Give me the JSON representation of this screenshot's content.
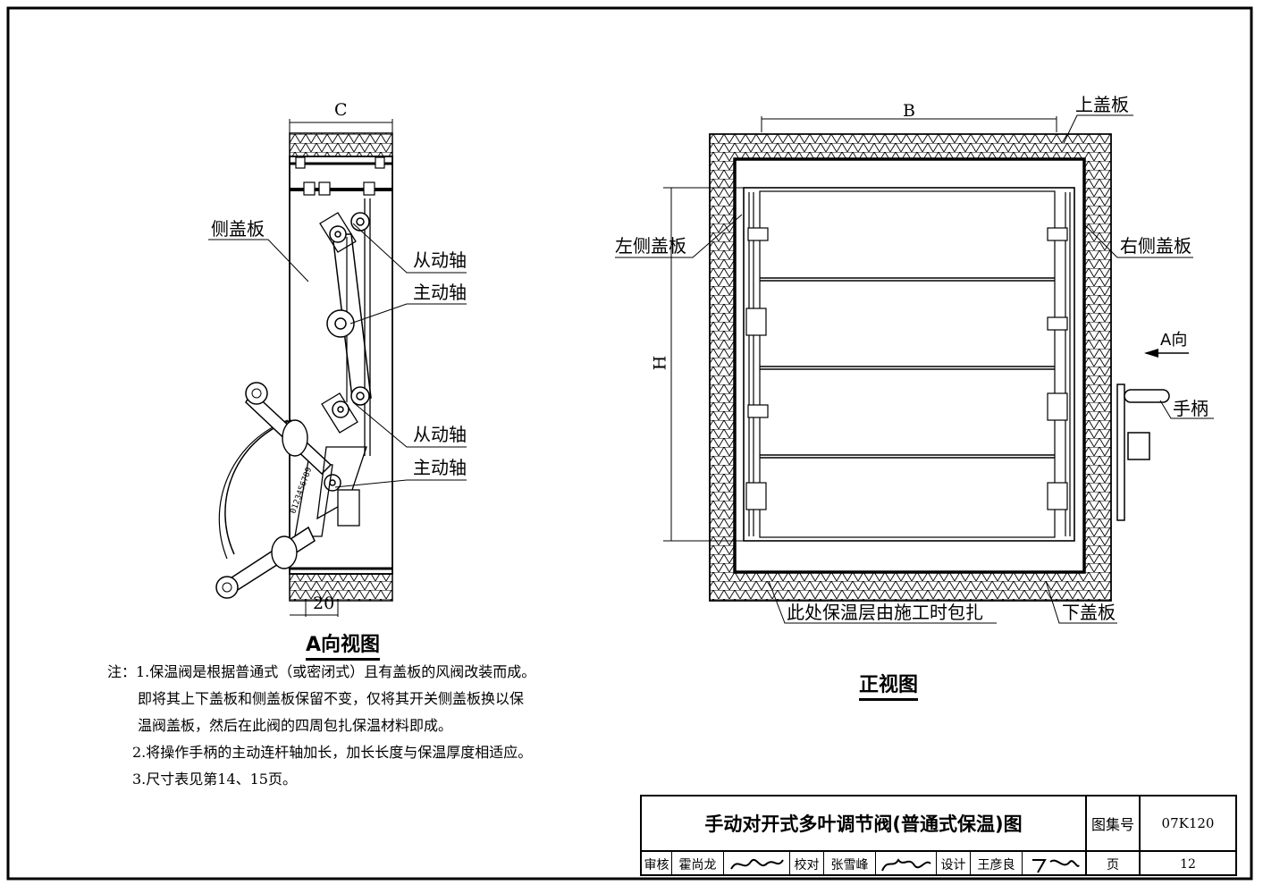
{
  "side_view": {
    "title": "A向视图",
    "dim_c": "C",
    "dim_20": "20",
    "labels": {
      "side_cover": "侧盖板",
      "driven_shaft_1": "从动轴",
      "drive_shaft_1": "主动轴",
      "driven_shaft_2": "从动轴",
      "drive_shaft_2": "主动轴"
    }
  },
  "front_view": {
    "title": "正视图",
    "dim_b": "B",
    "dim_h": "H",
    "labels": {
      "top_cover": "上盖板",
      "left_cover": "左侧盖板",
      "right_cover": "右侧盖板",
      "a_direction": "A向",
      "handle": "手柄",
      "insulation_note": "此处保温层由施工时包扎",
      "bottom_cover": "下盖板"
    }
  },
  "notes": {
    "line1": "注：1.保温阀是根据普通式（或密闭式）且有盖板的风阀改装而成。",
    "line2": "即将其上下盖板和侧盖板保留不变，仅将其开关侧盖板换以保",
    "line3": "温阀盖板，然后在此阀的四周包扎保温材料即成。",
    "line4": "2.将操作手柄的主动连杆轴加长，加长长度与保温厚度相适应。",
    "line5": "3.尺寸表见第14、15页。"
  },
  "title_block": {
    "title": "手动对开式多叶调节阀(普通式保温)图",
    "atlas_label": "图集号",
    "atlas_no": "07K120",
    "page_label": "页",
    "page_no": "12",
    "review_label": "审核",
    "reviewer": "霍尚龙",
    "check_label": "校对",
    "checker": "张雪峰",
    "design_label": "设计",
    "designer": "王彦良"
  }
}
